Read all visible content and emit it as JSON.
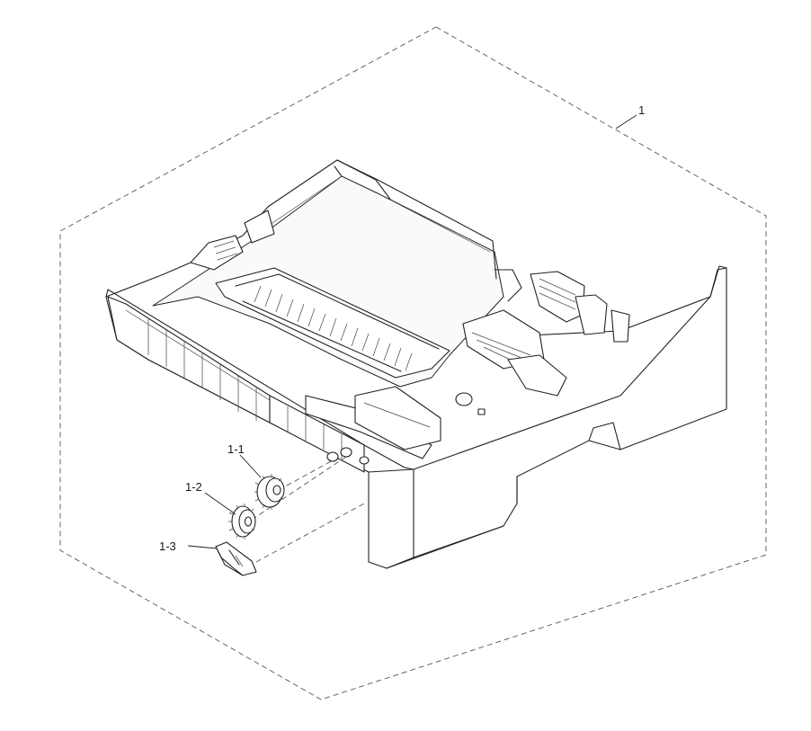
{
  "diagram": {
    "callouts": {
      "assembly": "1",
      "gear_1": "1-1",
      "gear_2": "1-2",
      "lever": "1-3"
    },
    "colors": {
      "line": "#222222",
      "background": "#ffffff",
      "boundary": "#555555"
    }
  }
}
